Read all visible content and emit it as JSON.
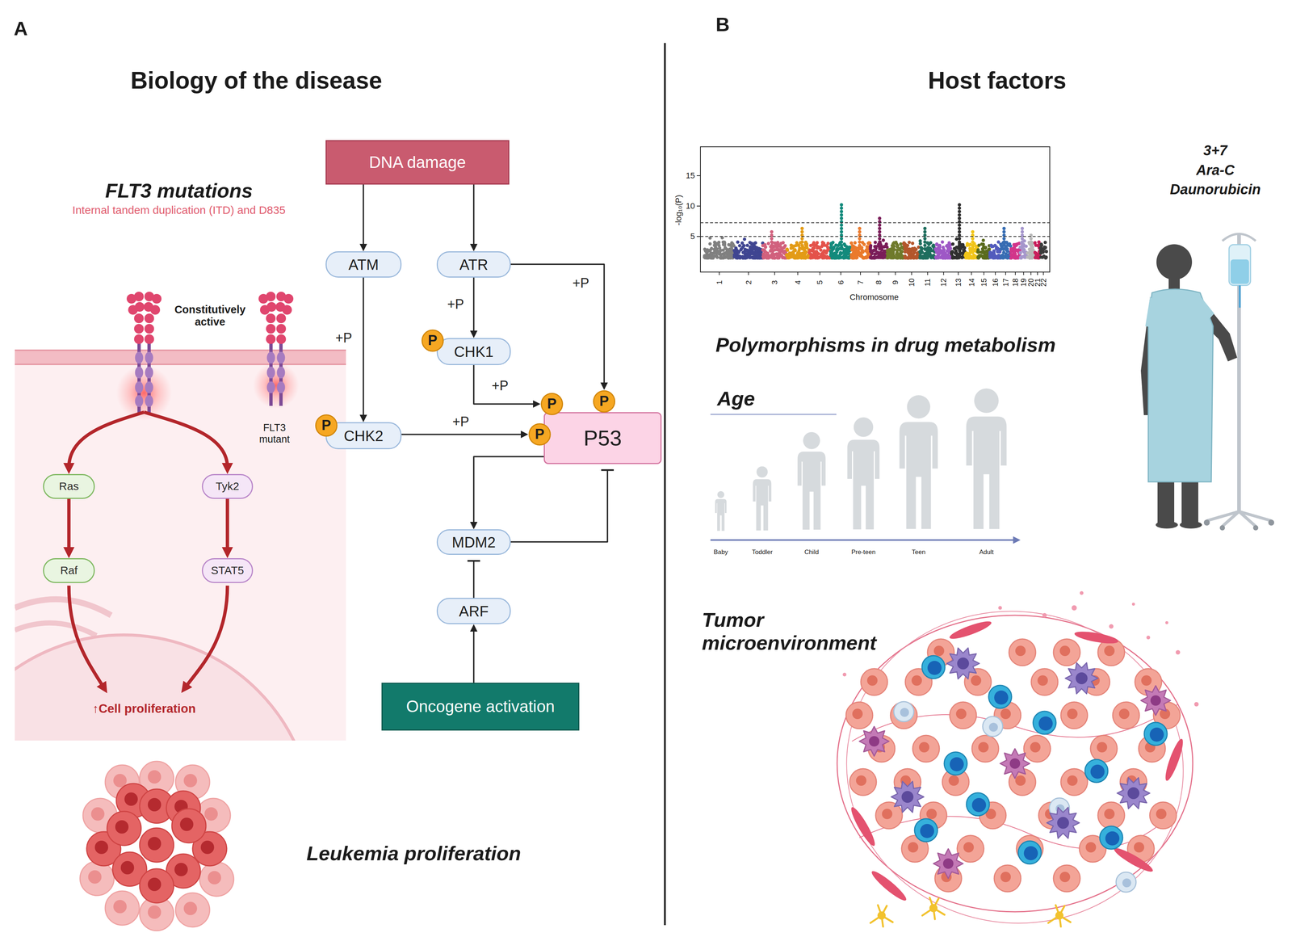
{
  "diagram": {
    "nodes": [
      {
        "text": [
          "DNA damage"
        ]
      },
      {
        "text": [
          "ATM"
        ]
      },
      {
        "text": [
          "ATR"
        ]
      },
      {
        "text": [
          "CHK1"
        ]
      },
      {
        "text": [
          "P"
        ]
      },
      {
        "text": [
          "CHK2"
        ]
      },
      {
        "text": [
          "P"
        ]
      },
      {
        "text": [
          "P53"
        ]
      },
      {
        "text": [
          "P"
        ]
      },
      {
        "text": [
          "P"
        ]
      },
      {
        "text": [
          "P"
        ]
      },
      {
        "text": [
          "MDM2"
        ]
      },
      {
        "text": [
          "ARF"
        ]
      },
      {
        "text": [
          "Oncogene activation"
        ]
      },
      {
        "text": [
          "Ras"
        ]
      },
      {
        "text": [
          "Tyk2"
        ]
      },
      {
        "text": [
          "Raf"
        ]
      },
      {
        "text": [
          "STAT5"
        ]
      }
    ],
    "edges": [
      {
        "from": 0,
        "to": 1,
        "arrow": "to"
      },
      {
        "from": 0,
        "to": 2,
        "arrow": "to"
      },
      {
        "from": 1,
        "to": 5,
        "label": "+P",
        "arrow": "to"
      },
      {
        "from": 2,
        "to": 3,
        "label": "+P",
        "arrow": "to"
      },
      {
        "from": 2,
        "to": 10,
        "label": "+P",
        "arrow": "to"
      },
      {
        "from": 3,
        "to": 9,
        "label": "+P",
        "arrow": "to"
      },
      {
        "from": 5,
        "to": 8,
        "label": "+P",
        "arrow": "to"
      },
      {
        "from": 7,
        "to": 11,
        "arrow": "to"
      },
      {
        "from": 11,
        "to": 7,
        "arrow": "to"
      },
      {
        "from": 12,
        "to": 11,
        "arrow": "to"
      },
      {
        "from": 13,
        "to": 12,
        "arrow": "to"
      },
      {
        "from": 14,
        "to": 16,
        "arrow": "to"
      },
      {
        "from": 15,
        "to": 17,
        "arrow": "to"
      }
    ],
    "labels": [
      "A",
      "Biology of the disease",
      "FLT3 mutations",
      "Internal tandem duplication (ITD) and D835",
      "Constitutively active",
      "FLT3 mutant",
      "↑Cell proliferation",
      "Leukemia proliferation",
      "B",
      "Host factors",
      "-log₁₀(P)",
      "15",
      "10",
      "5",
      "1",
      "2",
      "3",
      "4",
      "5",
      "6",
      "7",
      "8",
      "9",
      "10",
      "11",
      "12",
      "13",
      "14",
      "15",
      "16",
      "17",
      "18",
      "19",
      "20",
      "21",
      "22",
      "Chromosome",
      "Polymorphisms in drug metabolism",
      "Age",
      "Baby",
      "Toddler",
      "Child",
      "Pre-teen",
      "Teen",
      "Adult",
      "3+7",
      "Ara-C",
      "Daunorubicin",
      "Tumor microenvironment"
    ]
  }
}
